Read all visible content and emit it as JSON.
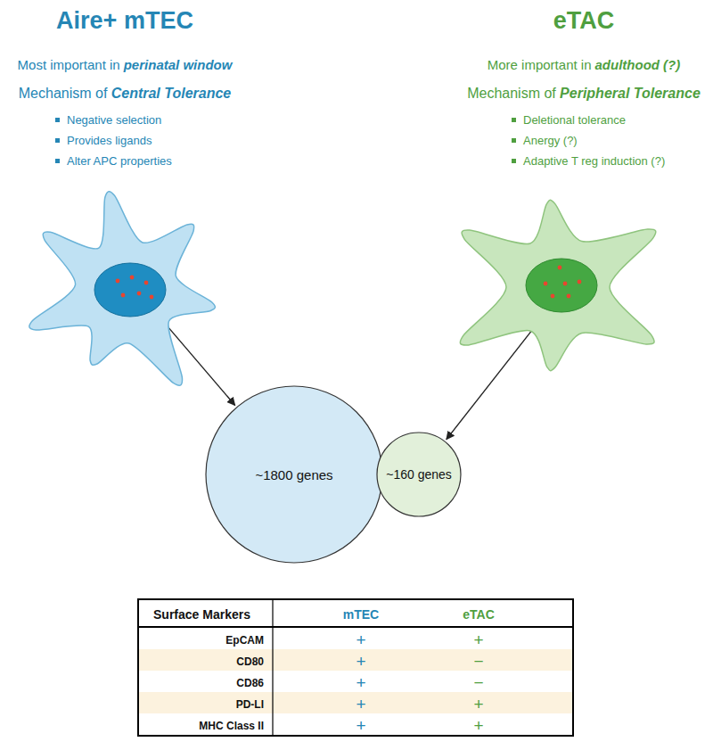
{
  "diagram": {
    "nodes": [
      {
        "text": [
          "Aire+ mTEC"
        ]
      },
      {
        "text": [
          "eTAC"
        ]
      },
      {
        "text": [
          "~1800 genes"
        ]
      },
      {
        "text": [
          "~160 genes"
        ]
      }
    ],
    "edges": [
      {
        "from": 0,
        "to": 2,
        "arrow": "to"
      },
      {
        "from": 1,
        "to": 3,
        "arrow": "to"
      }
    ],
    "labels": [
      "Most important in",
      "perinatal window",
      "Mechanism of",
      "Central Tolerance",
      "Negative selection",
      "Provides ligands",
      "Alter APC properties",
      "More important in",
      "adulthood",
      "(?)",
      "Mechanism of",
      "Peripheral Tolerance",
      "Deletional tolerance",
      "Anergy (?)",
      "Adaptive T reg induction (?)",
      "Surface Markers",
      "mTEC",
      "eTAC",
      "EpCAM",
      "+",
      "+",
      "CD80",
      "+",
      "−",
      "CD86",
      "+",
      "−",
      "PD-LI",
      "+",
      "+",
      "MHC Class II",
      "+",
      "+"
    ]
  }
}
